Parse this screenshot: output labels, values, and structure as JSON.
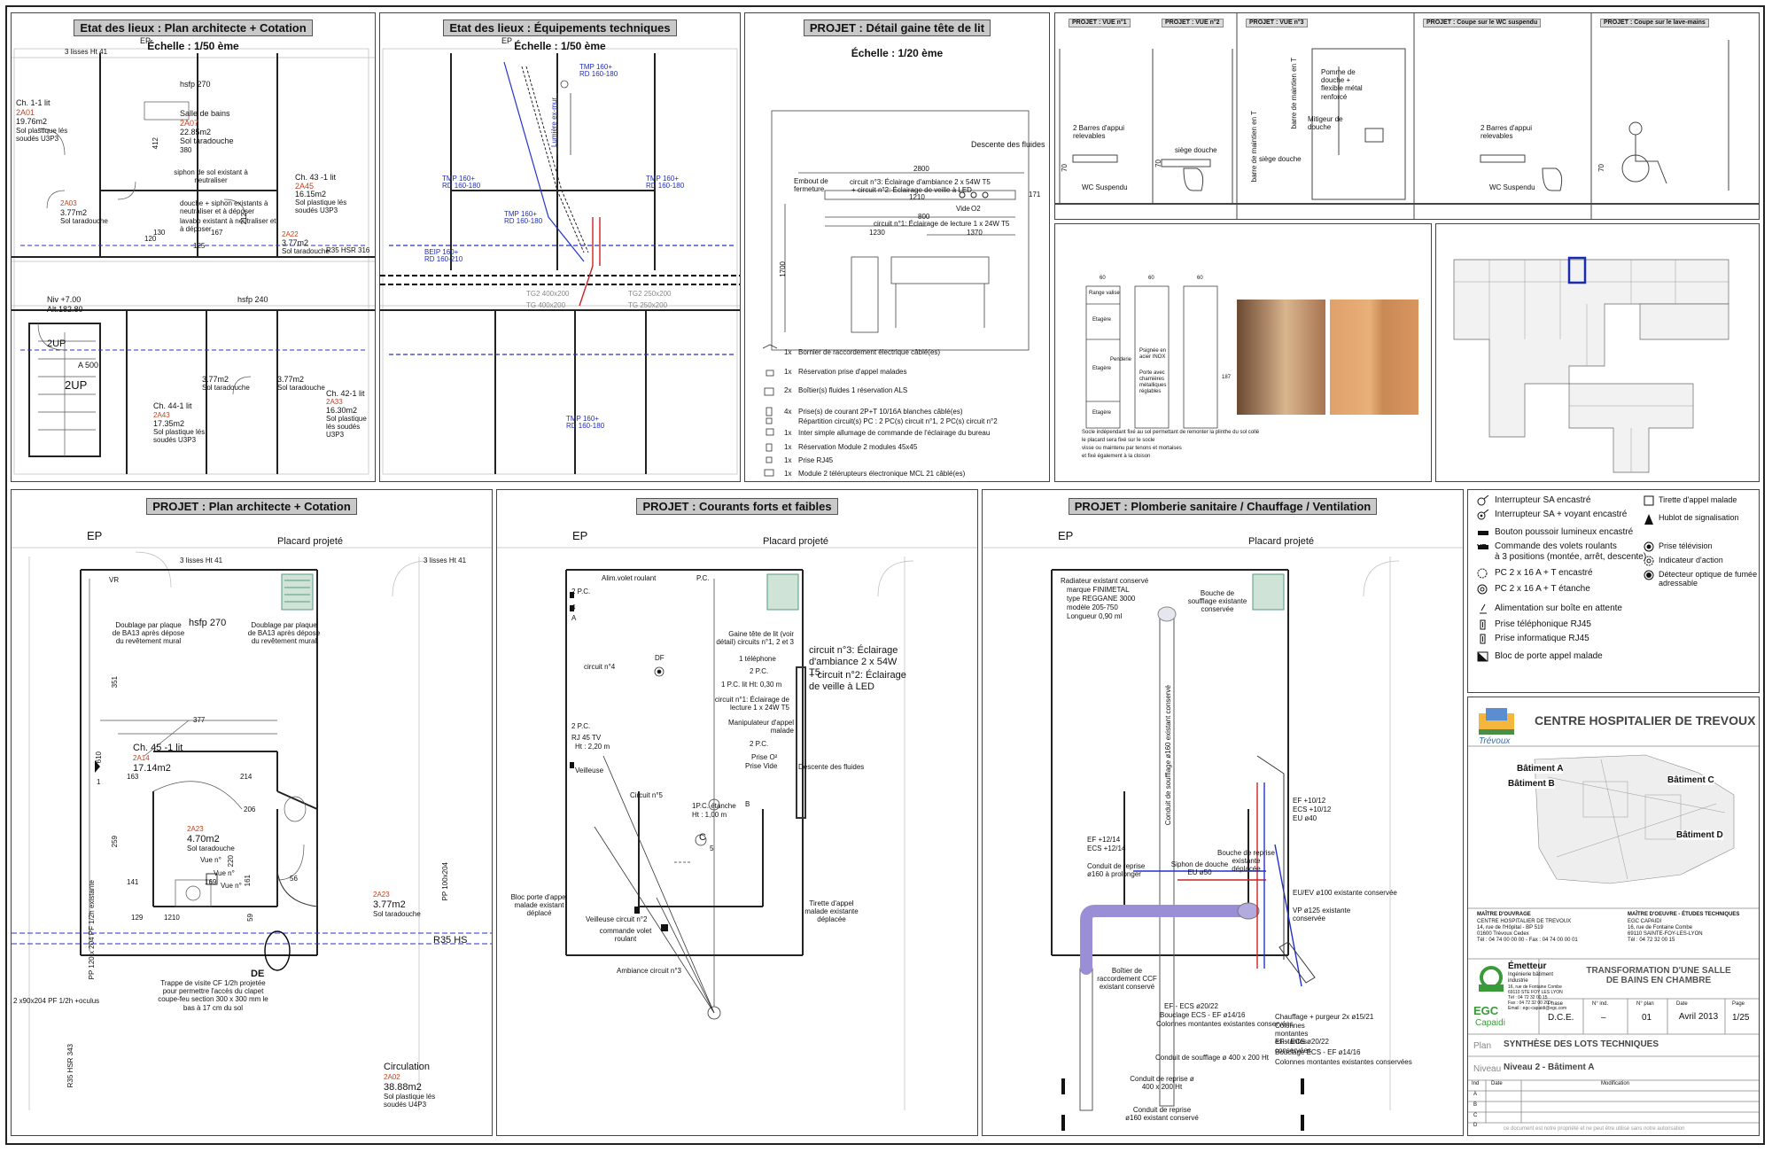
{
  "top_panels": {
    "p1": {
      "title": "Etat des lieux : Plan architecte + Cotation",
      "scale": "Échelle : 1/50 ème",
      "labels": [
        "EP",
        "3 lisses Ht 41",
        "hsfp 270",
        "Ch. 1-1 lit",
        "2A01",
        "19.76m2",
        "Sol plastique lés soudés U3P3",
        "Salle de bains",
        "2A07",
        "22.85m2",
        "Sol taradouche",
        "Ch. 43 -1 lit",
        "2A45",
        "16.15m2",
        "Sol plastique lés soudés U3P3",
        "siphon de sol existant à neutraliser",
        "douche + siphon existants à neutraliser et à déposer",
        "lavabo existant à neutraliser et à déposer",
        "2A03",
        "3.77m2",
        "Sol taradouche",
        "2A22",
        "3.77m2",
        "Sol taradouche",
        "Niv +7.00",
        "Alt.182.80",
        "hsfp 240",
        "2UP",
        "2UP",
        "A 500",
        "R35 HSR 316",
        "3.77m2",
        "Sol taradouche",
        "3.77m2",
        "Sol taradouche",
        "Ch. 44-1 lit",
        "2A43",
        "17.35m2",
        "Sol plastique lés soudés U3P3",
        "Ch. 42-1 lit",
        "2A33",
        "16.30m2",
        "Sol plastique lés soudés U3P3",
        "120",
        "380",
        "412",
        "212",
        "167",
        "130",
        "125"
      ]
    },
    "p2": {
      "title": "Etat des lieux : Équipements techniques",
      "scale": "Échelle : 1/50 ème",
      "labels": [
        "EP",
        "TMP 160+",
        "RD 160-180",
        "TMP 160+",
        "RD 160-180",
        "BEIP 160+",
        "RD 160-210",
        "TMP 160+",
        "RD 160-180",
        "TMP 160+",
        "RD 160-180",
        "TMP 160+",
        "RD 160-180",
        "TG2 400x200",
        "TG 400x200",
        "TG2 250x200",
        "TG 250x200",
        "Lumière ex-mur"
      ]
    },
    "p3": {
      "title": "PROJET : Détail gaine tête de lit",
      "scale": "Échelle : 1/20 ème",
      "labels": [
        "Descente des fluides",
        "Embout de fermeture",
        "2800",
        "circuit n°3: Éclairage d'ambiance 2 x 54W T5",
        "+ circuit n°2: Éclairage de veille à LED",
        "1210",
        "800",
        "Vide",
        "O2",
        "circuit n°1: Éclairage de lecture 1 x 24W T5",
        "1230",
        "1370",
        "171",
        "1700"
      ],
      "legend": [
        {
          "qty": "1x",
          "text": "Bornier de raccordement électrique câblé(es)"
        },
        {
          "qty": "1x",
          "text": "Réservation prise d'appel malades"
        },
        {
          "qty": "2x",
          "text": "Boîtier(s) fluides 1 réservation ALS"
        },
        {
          "qty": "4x",
          "text": "Prise(s) de courant 2P+T 10/16A blanches câblé(es)"
        },
        {
          "qty": "",
          "text": "Répartition circuit(s) PC : 2 PC(s) circuit n°1, 2 PC(s) circuit n°2"
        },
        {
          "qty": "1x",
          "text": "Inter simple allumage de commande de l'éclairage du bureau"
        },
        {
          "qty": "1x",
          "text": "Réservation Module 2 modules 45x45"
        },
        {
          "qty": "1x",
          "text": "Prise RJ45"
        },
        {
          "qty": "1x",
          "text": "Module 2 télérupteurs électronique MCL 21 câblé(es)"
        }
      ]
    },
    "views": [
      {
        "title": "PROJET : VUE n°1",
        "labels": [
          "2 Barres d'appui relevables",
          "WC Suspendu",
          "70"
        ]
      },
      {
        "title": "PROJET : VUE n°2",
        "labels": [
          "siège douche",
          "70"
        ]
      },
      {
        "title": "PROJET : VUE n°3",
        "labels": [
          "Pomme de douche + flexible métal renforcé",
          "Mitigeur de douche",
          "siège douche",
          "barre de maintien en T",
          "barre de maintien en T"
        ]
      },
      {
        "title": "PROJET : Coupe sur le WC suspendu",
        "labels": [
          "2 Barres d'appui relevables",
          "WC Suspendu",
          "70"
        ]
      },
      {
        "title": "PROJET : Coupe sur le lave-mains",
        "labels": []
      }
    ],
    "closet": {
      "labels": [
        "60",
        "60",
        "60",
        "Range valise",
        "Etagère",
        "Etagère",
        "Penderie",
        "Etagère",
        "Psignée en acier INOX",
        "Porte avec charnières métalliques réglables",
        "Socle indépendant fixé au sol permettant de remonter la plinthe du sol collé",
        "le placard sera fixé sur le socle",
        "visse ou maintenu par tenons et mortaises",
        "et fixé également à la cloison",
        "187"
      ]
    }
  },
  "bottom_panels": {
    "b1": {
      "title": "PROJET : Plan architecte + Cotation",
      "labels": [
        "EP",
        "Placard projeté",
        "3 lisses Ht 41",
        "3 lisses Ht 41",
        "VR",
        "hsfp 270",
        "Doublage par plaque de BA13 après dépose du revêtement mural",
        "Doublage par plaque de BA13 après dépose du revêtement mural",
        "Ch. 45 -1 lit",
        "2A14",
        "17.14m2",
        "377",
        "351",
        "610",
        "163",
        "214",
        "206",
        "259",
        "2A23",
        "4.70m2",
        "Sol taradouche",
        "Vue n°",
        "Vue n°",
        "Vue n°",
        "2A23",
        "3.77m2",
        "Sol taradouche",
        "R35 HS",
        "DE",
        "Trappe de visite CF 1/2h projetée pour permettre l'accès du clapet coupe-feu section 300 x 300 mm le bas à 17 cm du sol",
        "2 x90x204 PF 1/2h +oculus",
        "PP 120 x 204 PF 1/2h existante",
        "PP 100x204",
        "Circulation",
        "2A02",
        "38.88m2",
        "Sol plastique lés soudés U4P3",
        "R35 HSR 343",
        "141",
        "129",
        "1210",
        "169",
        "56",
        "220",
        "161",
        "59",
        "1"
      ]
    },
    "b2": {
      "title": "PROJET : Courants forts et faibles",
      "labels": [
        "EP",
        "Placard projeté",
        "Alim.volet roulant",
        "2 P.C.",
        "P.C.",
        "DF",
        "Gaine tête de lit (voir détail) circuits n°1, 2 et 3",
        "1 téléphone",
        "2 P.C.",
        "1 P.C. lit Ht: 0,30 m",
        "circuit n°3: Éclairage d'ambiance 2 x 54W T5",
        "+ circuit n°2: Éclairage de veille à LED",
        "circuit n°4",
        "circuit n°1: Éclairage de lecture 1 x 24W T5",
        "Manipulateur d'appel malade",
        "2 P.C.",
        "Prise O²",
        "Prise Vide",
        "2 P.C.",
        "RJ 45 TV",
        "Ht : 2,20 m",
        "Veilleuse",
        "Descente des fluides",
        "Circuit n°5",
        "1P.C. étanche",
        "Ht : 1,00 m",
        "C",
        "B",
        "5",
        "Bloc porte d'appel malade existant déplacé",
        "Veilleuse circuit n°2",
        "commande volet roulant",
        "Tirette d'appel malade existante déplacée",
        "Ambiance circuit n°3",
        "A",
        "4"
      ]
    },
    "b3": {
      "title": "PROJET : Plomberie sanitaire / Chauffage / Ventilation",
      "labels": [
        "EP",
        "Placard projeté",
        "Radiateur existant conservé",
        "marque FINIMETAL",
        "type REGGANE 3000",
        "modèle 205-750",
        "Longueur 0,90 ml",
        "Bouche de soufflage existante conservée",
        "Conduit de soufflage ø160 existant conservé",
        "EF +12/14",
        "ECS +12/14",
        "Conduit de reprise ø160 à prolonger",
        "Siphon de douche EU ø50",
        "Bouche de reprise existante déplacée",
        "EF +10/12",
        "ECS +10/12",
        "EU ø40",
        "EU/EV ø100 existante conservée",
        "VP ø125 existante conservée",
        "Boîtier de raccordement CCF existant conservé",
        "EF - ECS ø20/22",
        "Bouclage ECS - EF ø14/16",
        "Colonnes montantes existantes conservées",
        "Chauffage + purgeur 2x ø15/21",
        "Colonnes montantes existantes conservées",
        "EF - ECS ø20/22",
        "Bouclage ECS - EF ø14/16",
        "Colonnes montantes existantes conservées",
        "Conduit de soufflage ø 400 x 200 Ht",
        "Conduit de reprise ø 400 x 200 Ht",
        "Conduit de reprise ø160 existant conservé"
      ]
    }
  },
  "legend": {
    "left": [
      "Interrupteur SA encastré",
      "Interrupteur SA + voyant encastré",
      "Bouton poussoir lumineux encastré",
      "Commande des volets roulants",
      "à 3 positions (montée, arrêt, descente)",
      "PC 2 x 16 A + T encastré",
      "PC 2 x 16 A + T étanche",
      "Alimentation sur boîte en attente",
      "Prise téléphonique RJ45",
      "Prise informatique RJ45",
      "Bloc de porte appel malade"
    ],
    "vr": "VR",
    "right": [
      "Tirette d'appel malade",
      "Hublot de signalisation",
      "Prise télévision",
      "Indicateur d'action",
      "Détecteur optique de fumée adressable"
    ]
  },
  "titleblock": {
    "hospital": "CENTRE HOSPITALIER DE TREVOUX",
    "logo_text": "Trévoux",
    "buildings": [
      "Bâtiment A",
      "Bâtiment B",
      "Bâtiment C",
      "Bâtiment D"
    ],
    "moa_label": "MAÎTRE D'OUVRAGE",
    "moa": [
      "CENTRE HOSPITALIER DE TREVOUX",
      "14, rue de l'Hôpital - BP 519",
      "01600 Trévoux Cedex",
      "Tél : 04 74 00 00 00 - Fax : 04 74 00 00 01"
    ],
    "moe_label": "MAÎTRE D'OEUVRE - ÉTUDES TECHNIQUES",
    "moe": [
      "EGC CAPAIDI",
      "16, rue de Fontaine Combe",
      "69110 SAINTE-FOY-LES-LYON",
      "Tél : 04 72 32 00 15"
    ],
    "emetteur_title": "Émetteur",
    "emetteur": [
      "Ingénierie bâtiment",
      "industrie",
      "16, rue de Fontaine Combe",
      "69110 STE FOY LES LYON",
      "Tél : 04 72 32 00 15",
      "Fax : 04 72 32 00 20",
      "Email : egc-capaidi@egc.com"
    ],
    "egc": "EGC",
    "capaidi": "Capaidi",
    "project_title": "TRANSFORMATION D'UNE SALLE DE BAINS EN CHAMBRE",
    "phase_head": "Phase",
    "phase": "D.C.E.",
    "ind_head": "N° ind.",
    "ind": "–",
    "num_head": "N° plan",
    "num": "01",
    "date_head": "Date",
    "date": "Avril 2013",
    "page_head": "Page",
    "page": "1/25",
    "plan_label": "Plan",
    "plan": "SYNTHÈSE DES LOTS TECHNIQUES",
    "level_label": "Niveau",
    "level": "Niveau 2 - Bâtiment A",
    "rev_headers": [
      "Ind",
      "Date",
      "Modification"
    ],
    "rev_rows": [
      "A",
      "B",
      "C",
      "D"
    ],
    "footer": "ce document est notre propriété et ne peut être utilisé sans notre autorisation"
  },
  "colors": {
    "grid": "#bbbbbb",
    "wall": "#222222",
    "blue": "#2233cc",
    "red": "#cc2222",
    "purple": "#9a8fd6",
    "green": "#5a9a80"
  }
}
